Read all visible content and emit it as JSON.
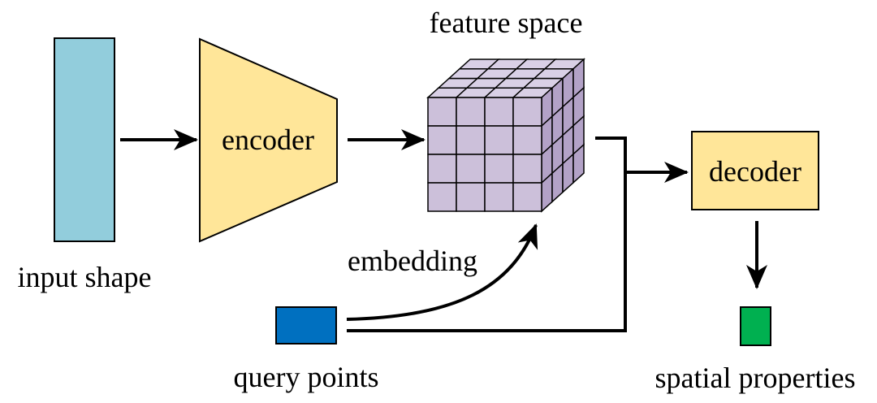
{
  "labels": {
    "input_shape": "input shape",
    "encoder": "encoder",
    "feature_space": "feature space",
    "embedding": "embedding",
    "query_points": "query points",
    "decoder": "decoder",
    "spatial_properties": "spatial properties"
  },
  "colors": {
    "input_shape": "#92CDDC",
    "encoder": "#FFE699",
    "cube_front": "#CCC0DA",
    "cube_top": "#D9D0E6",
    "cube_side": "#B3A2C7",
    "query_points": "#0070C0",
    "decoder": "#FFE699",
    "spatial_properties": "#00B050",
    "arrow": "#000000"
  },
  "feature_cube": {
    "grid": 4
  }
}
